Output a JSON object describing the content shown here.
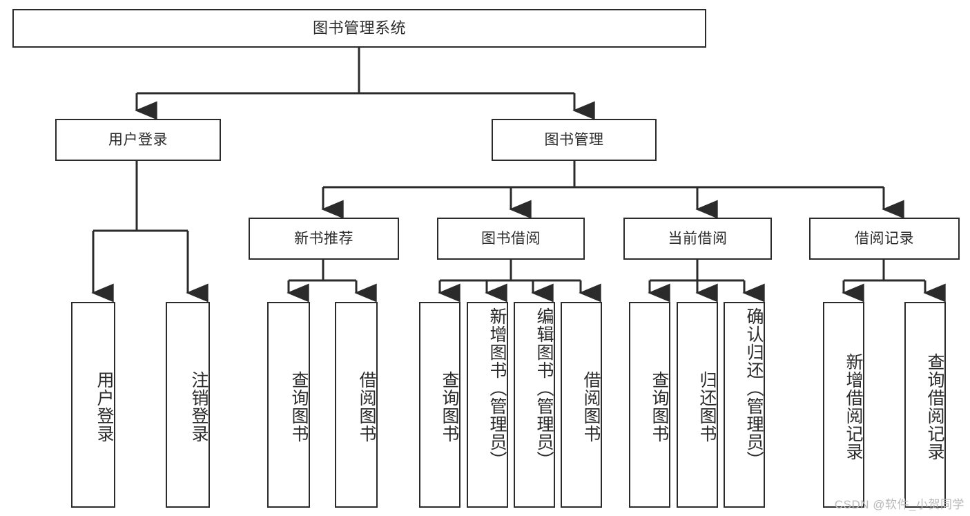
{
  "diagram": {
    "title": "图书管理系统",
    "type": "tree-hierarchy-diagram",
    "colors": {
      "box_border": "#2b2b2b",
      "box_fill": "#ffffff",
      "edge": "#2b2b2b",
      "background": "#ffffff",
      "watermark": "#b9b9b9"
    },
    "root": {
      "label": "图书管理系统"
    },
    "level1": [
      {
        "label": "用户登录"
      },
      {
        "label": "图书管理"
      }
    ],
    "level2": [
      {
        "label": "新书推荐"
      },
      {
        "label": "图书借阅"
      },
      {
        "label": "当前借阅"
      },
      {
        "label": "借阅记录"
      }
    ],
    "leaves": {
      "user_login": [
        {
          "label": "用户登录"
        },
        {
          "label": "注销登录"
        }
      ],
      "new_book_recommend": [
        {
          "label": "查询图书"
        },
        {
          "label": "借阅图书"
        }
      ],
      "book_borrow": [
        {
          "label": "查询图书"
        },
        {
          "label": "新增图书（管理员）"
        },
        {
          "label": "编辑图书（管理员）"
        },
        {
          "label": "借阅图书"
        }
      ],
      "current_borrow": [
        {
          "label": "查询图书"
        },
        {
          "label": "归还图书"
        },
        {
          "label": "确认归还（管理员）"
        }
      ],
      "borrow_record": [
        {
          "label": "新增借阅记录"
        },
        {
          "label": "查询借阅记录"
        }
      ]
    }
  },
  "watermark": {
    "text": "CSDN @软件_小贺同学"
  }
}
